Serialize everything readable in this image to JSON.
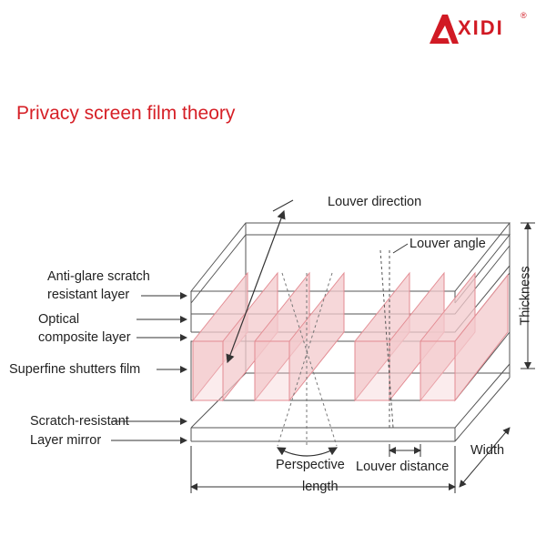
{
  "brand": {
    "name": "XIDI",
    "registered": "®",
    "color": "#d11a24"
  },
  "title": "Privacy screen film theory",
  "labels": {
    "louver_direction": "Louver direction",
    "louver_angle": "Louver angle",
    "anti_glare_1": "Anti-glare scratch",
    "anti_glare_2": "resistant layer",
    "optical_1": "Optical",
    "optical_2": "composite layer",
    "shutters": "Superfine shutters film",
    "scratch_1": "Scratch-resistant",
    "scratch_2": "Layer mirror",
    "thickness": "Thickness",
    "width": "Width",
    "perspective": "Perspective",
    "louver_distance": "Louver distance",
    "length": "length"
  },
  "colors": {
    "louver_fill": "#f3c9cc",
    "louver_stroke": "#e38b92",
    "line": "#555555",
    "title": "#d61f26"
  }
}
